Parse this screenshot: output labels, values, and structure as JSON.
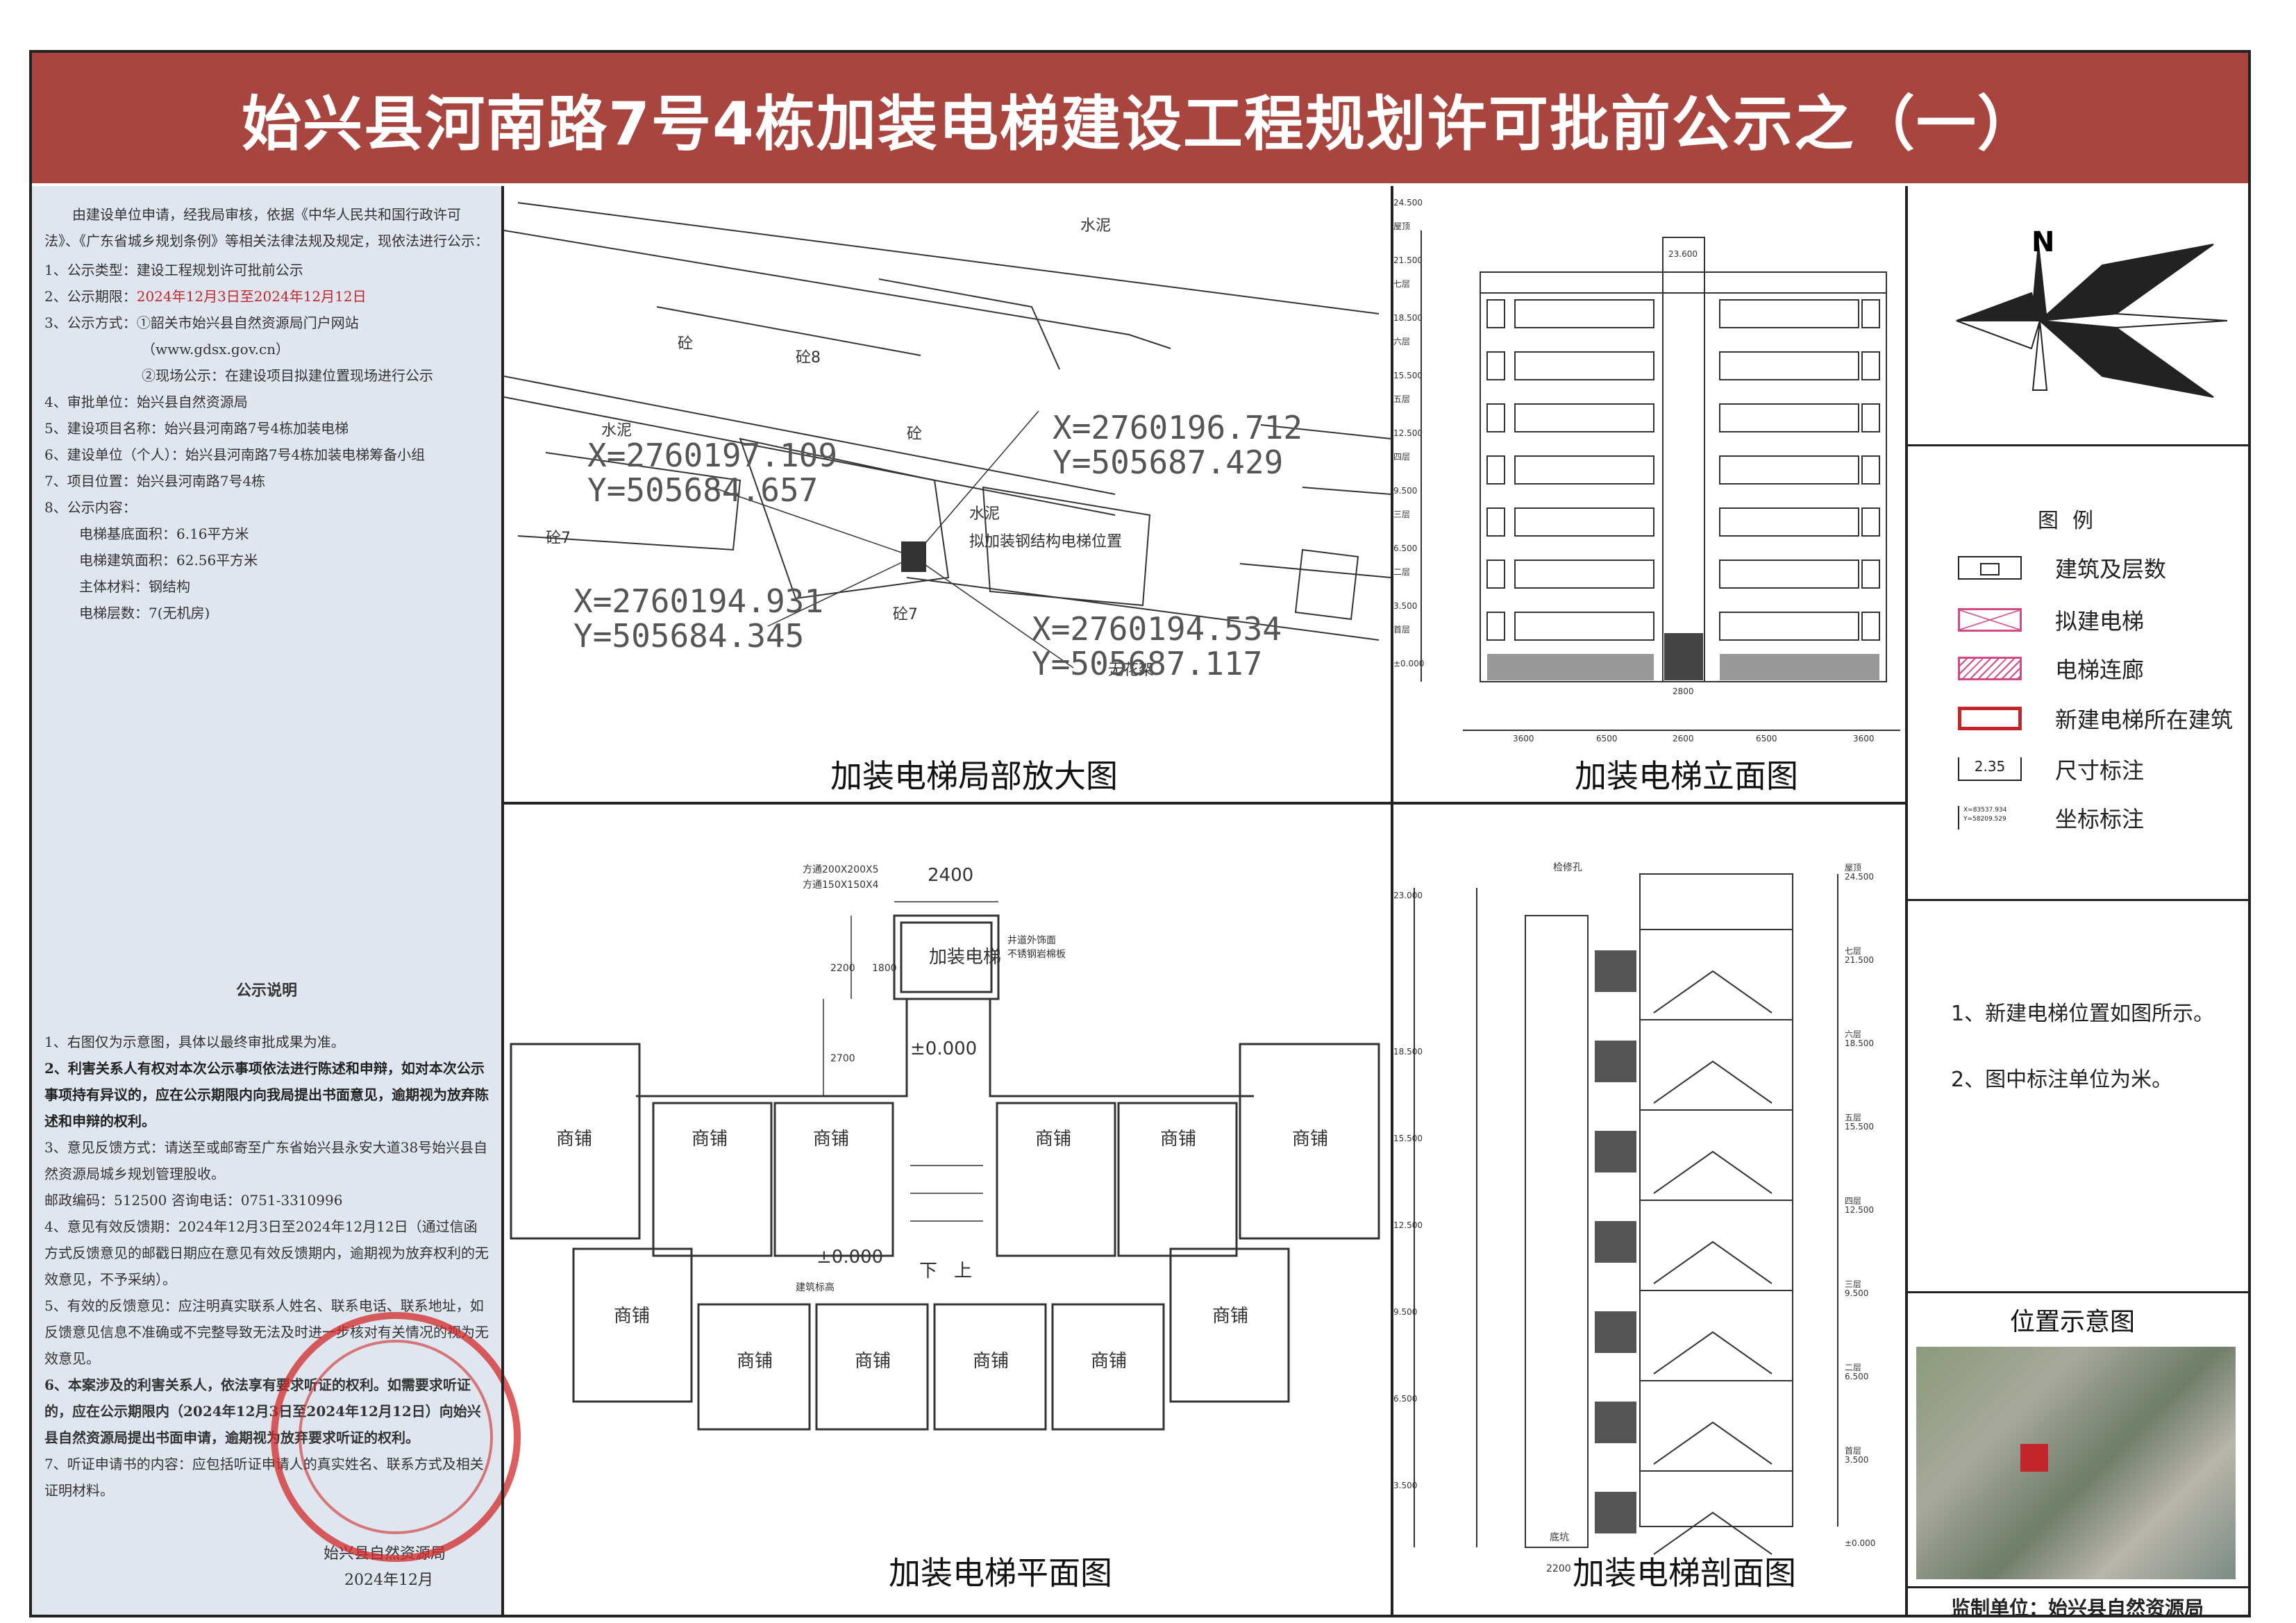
{
  "title": "始兴县河南路7号4栋加装电梯建设工程规划许可批前公示之（一）",
  "intro": "由建设单位申请，经我局审核，依据《中华人民共和国行政许可法》、《广东省城乡规划条例》等相关法律法规及规定，现依法进行公示：",
  "items": [
    {
      "label": "1、公示类型：",
      "value": "建设工程规划许可批前公示"
    },
    {
      "label": "2、公示期限：",
      "value": "2024年12月3日至2024年12月12日"
    },
    {
      "label": "3、公示方式：",
      "value": "①韶关市始兴县自然资源局门户网站"
    },
    {
      "label": "",
      "value": "（www.gdsx.gov.cn）"
    },
    {
      "label": "",
      "value": "②现场公示：在建设项目拟建位置现场进行公示"
    },
    {
      "label": "4、审批单位：",
      "value": "始兴县自然资源局"
    },
    {
      "label": "5、建设项目名称：",
      "value": "始兴县河南路7号4栋加装电梯"
    },
    {
      "label": "6、建设单位（个人）：",
      "value": "始兴县河南路7号4栋加装电梯筹备小组"
    },
    {
      "label": "7、项目位置：",
      "value": "始兴县河南路7号4栋"
    },
    {
      "label": "8、公示内容：",
      "value": ""
    }
  ],
  "content_items": [
    "电梯基底面积：6.16平方米",
    "电梯建筑面积：62.56平方米",
    "主体材料：钢结构",
    "电梯层数：7(无机房)"
  ],
  "notice_title": "公示说明",
  "notice_lines": [
    "1、右图仅为示意图，具体以最终审批成果为准。",
    "2、利害关系人有权对本次公示事项依法进行陈述和申辩，如对本次公示事项持有异议的，应在公示期限内向我局提出书面意见，逾期视为放弃陈述和申辩的权利。",
    "3、意见反馈方式：请送至或邮寄至广东省始兴县永安大道38号始兴县自然资源局城乡规划管理股收。",
    "邮政编码：512500    咨询电话：0751-3310996",
    "4、意见有效反馈期：2024年12月3日至2024年12月12日（通过信函方式反馈意见的邮戳日期应在意见有效反馈期内，逾期视为放弃权利的无效意见，不予采纳）。",
    "5、有效的反馈意见：应注明真实联系人姓名、联系电话、联系地址，如反馈意见信息不准确或不完整导致无法及时进一步核对有关情况的视为无效意见。",
    "6、本案涉及的利害关系人，依法享有要求听证的权利。如需要求听证的，应在公示期限内（2024年12月3日至2024年12月12日）向始兴县自然资源局提出书面申请，逾期视为放弃要求听证的权利。",
    "7、听证申请书的内容：应包括听证申请人的真实姓名、联系方式及相关证明材料。"
  ],
  "signature": "始兴县自然资源局",
  "signature_date": "2024年12月",
  "captions": {
    "site": "加装电梯局部放大图",
    "elevation": "加装电梯立面图",
    "plan": "加装电梯平面图",
    "section": "加装电梯剖面图",
    "location": "位置示意图"
  },
  "site_labels": {
    "cement1": "水泥",
    "cement2": "水泥",
    "cement3": "水泥",
    "c8": "砼8",
    "c7a": "砼7",
    "c7b": "砼7",
    "c_a": "砼",
    "c_b": "砼",
    "elevator_pos": "拟加装钢结构电梯位置",
    "covered": "无花架",
    "coord1x": "X=2760197.109",
    "coord1y": "Y=505684.657",
    "coord2x": "X=2760196.712",
    "coord2y": "Y=505687.429",
    "coord3x": "X=2760194.931",
    "coord3y": "Y=505684.345",
    "coord4x": "X=2760194.534",
    "coord4y": "Y=505687.117"
  },
  "elevation": {
    "levels": [
      "24.500",
      "21.500",
      "18.500",
      "15.500",
      "12.500",
      "9.500",
      "6.500",
      "3.500",
      "±0.000"
    ],
    "floors": [
      "屋顶",
      "七层",
      "六层",
      "五层",
      "四层",
      "三层",
      "二层",
      "首层"
    ],
    "dims": [
      "3600",
      "6500",
      "2600",
      "6500",
      "3600"
    ],
    "shaft_width": "2800",
    "top_level": "23.600"
  },
  "plan": {
    "shop": "商铺",
    "elevator": "加装电梯",
    "width": "2400",
    "dim1": "2200",
    "dim2": "1800",
    "dim3": "2700",
    "level": "±0.000",
    "level2": "±0.000",
    "building_level": "建筑标高",
    "down": "下",
    "up": "上",
    "note1": "方通200X200X5",
    "note2": "方通150X150X4",
    "note3": "井道外饰面",
    "note4": "不锈钢岩棉板"
  },
  "section": {
    "levels_right": [
      "24.500",
      "21.500",
      "18.500",
      "15.500",
      "12.500",
      "9.500",
      "6.500",
      "3.500",
      "±0.000"
    ],
    "levels_left": [
      "23.000",
      "18.500",
      "15.500",
      "12.500",
      "9.500",
      "6.500",
      "3.500"
    ],
    "floors": [
      "屋顶",
      "七层",
      "六层",
      "五层",
      "四层",
      "三层",
      "二层",
      "首层"
    ],
    "bottom": "2200",
    "top_label": "检修孔",
    "pit": "底坑"
  },
  "legend": {
    "title": "图例",
    "items": [
      "建筑及层数",
      "拟建电梯",
      "电梯连廊",
      "新建电梯所在建筑",
      "尺寸标注",
      "坐标标注"
    ],
    "dim_value": "2.35",
    "coord_x": "X=83537.934",
    "coord_y": "Y=58209.529"
  },
  "north": "N",
  "notes": [
    "1、新建电梯位置如图所示。",
    "2、图中标注单位为米。"
  ],
  "footer": "监制单位：始兴县自然资源局",
  "colors": {
    "title_bg": "#a8453f",
    "left_bg": "#dfe6ef",
    "red_text": "#c2262a",
    "pink": "#d14b87"
  }
}
